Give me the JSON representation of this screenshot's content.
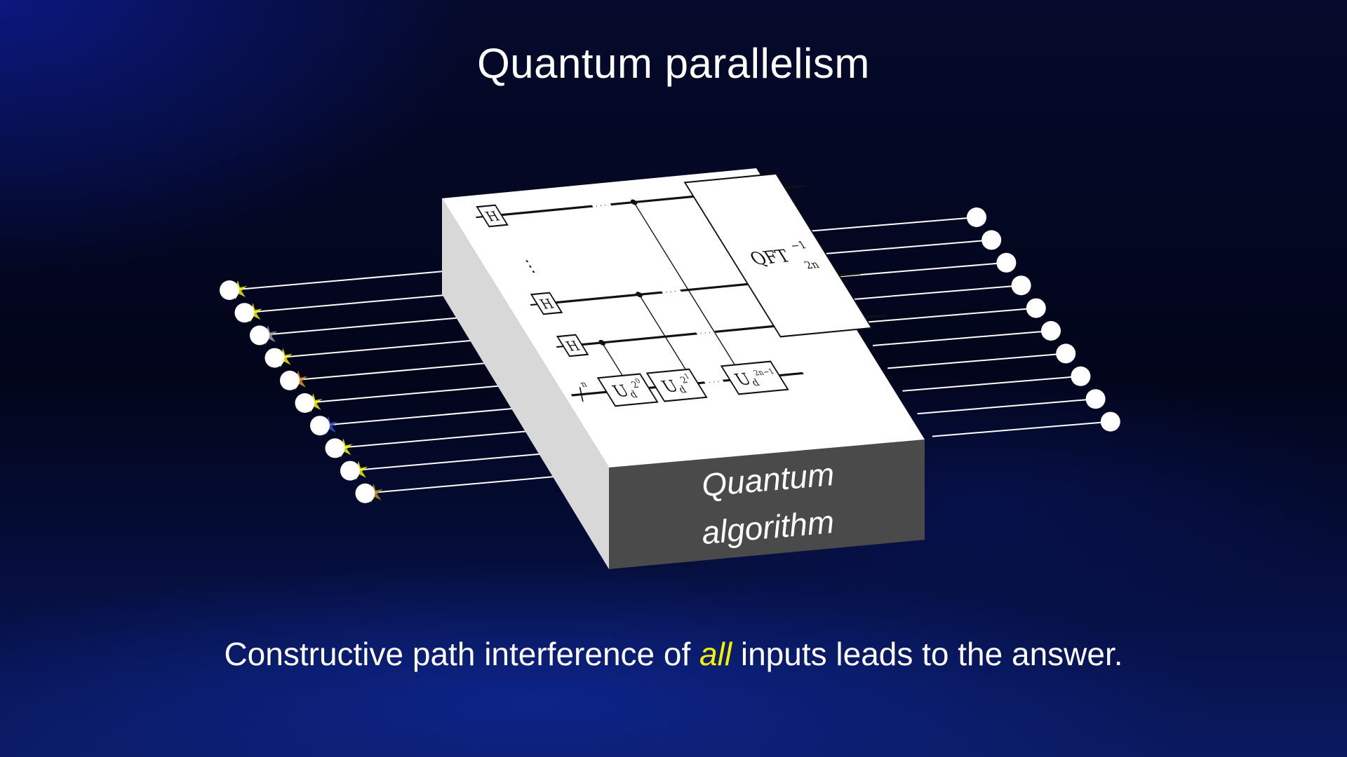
{
  "slide": {
    "title": "Quantum parallelism",
    "box_label_line1": "Quantum",
    "box_label_line2": "algorithm",
    "caption_before": "Constructive path interference of ",
    "caption_emphasis": "all",
    "caption_after": " inputs leads to the answer."
  },
  "circuit": {
    "hadamard_label": "H",
    "qft_label": "QFT",
    "qft_superscript": "−1",
    "qft_subscript": "2n",
    "unitary_label": "U",
    "unitary_sub": "d",
    "unitary_powers": [
      "2",
      "2",
      "2n−1"
    ],
    "unitary_power_exponents": [
      "0",
      "1",
      ""
    ],
    "ellipsis": "· · ·",
    "vertical_dots": "⋮",
    "register_slash_label": "n"
  },
  "inputs": {
    "count": 10,
    "sparkle_colors": [
      "#f4f000",
      "#f4f000",
      "#a0a0a0",
      "#f4f000",
      "#e89020",
      "#f4f000",
      "#3050d0",
      "#f4f000",
      "#f4f000",
      "#c08a20"
    ]
  },
  "outputs": {
    "count": 10
  },
  "colors": {
    "background": "#02051c",
    "accent": "#f4f000",
    "box_top": "#ffffff",
    "box_side": "#d8d8d8",
    "box_front": "#4a4a4a"
  }
}
